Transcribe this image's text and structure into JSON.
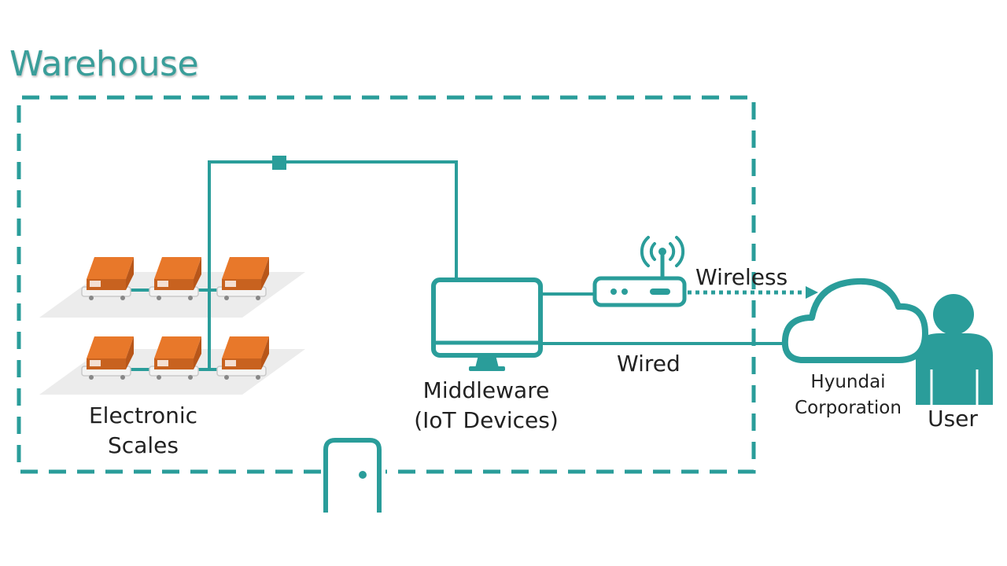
{
  "title": "Warehouse",
  "colors": {
    "teal": "#2a9d9a",
    "box": "#e8782a",
    "cart": "#f2f2f2"
  },
  "labels": {
    "scales_line1": "Electronic",
    "scales_line2": "Scales",
    "middleware_line1": "Middleware",
    "middleware_line2": "(IoT Devices)",
    "wireless": "Wireless",
    "wired": "Wired",
    "corp_line1": "Hyundai",
    "corp_line2": "Corporation",
    "user": "User"
  },
  "icons": [
    "scale-icon",
    "monitor-icon",
    "router-icon",
    "signal-icon",
    "cloud-icon",
    "user-icon",
    "door-icon"
  ]
}
